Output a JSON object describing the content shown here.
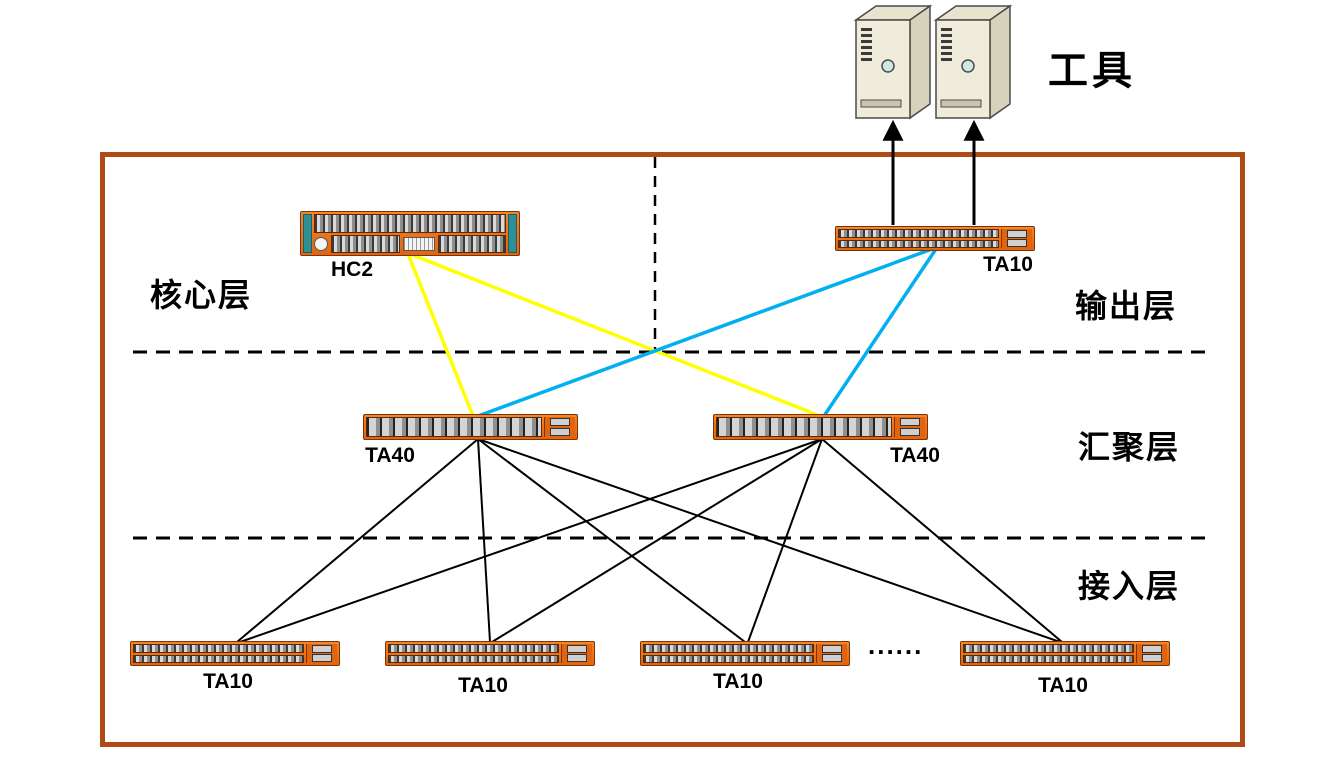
{
  "labels": {
    "tools": "工具",
    "core_layer": "核心层",
    "output_layer": "输出层",
    "aggregation_layer": "汇聚层",
    "access_layer": "接入层",
    "ellipsis": "......"
  },
  "devices": {
    "hc2": "HC2",
    "ta10_output": "TA10",
    "ta40_left": "TA40",
    "ta40_right": "TA40",
    "ta10_access_1": "TA10",
    "ta10_access_2": "TA10",
    "ta10_access_3": "TA10",
    "ta10_access_4": "TA10"
  },
  "colors": {
    "frame_border": "#b04a17",
    "core_to_agg_link": "#ffff00",
    "output_to_agg_link": "#00b0f0",
    "agg_to_access_link": "#000000",
    "separator_line": "#000000",
    "switch_body": "#f06f18"
  }
}
